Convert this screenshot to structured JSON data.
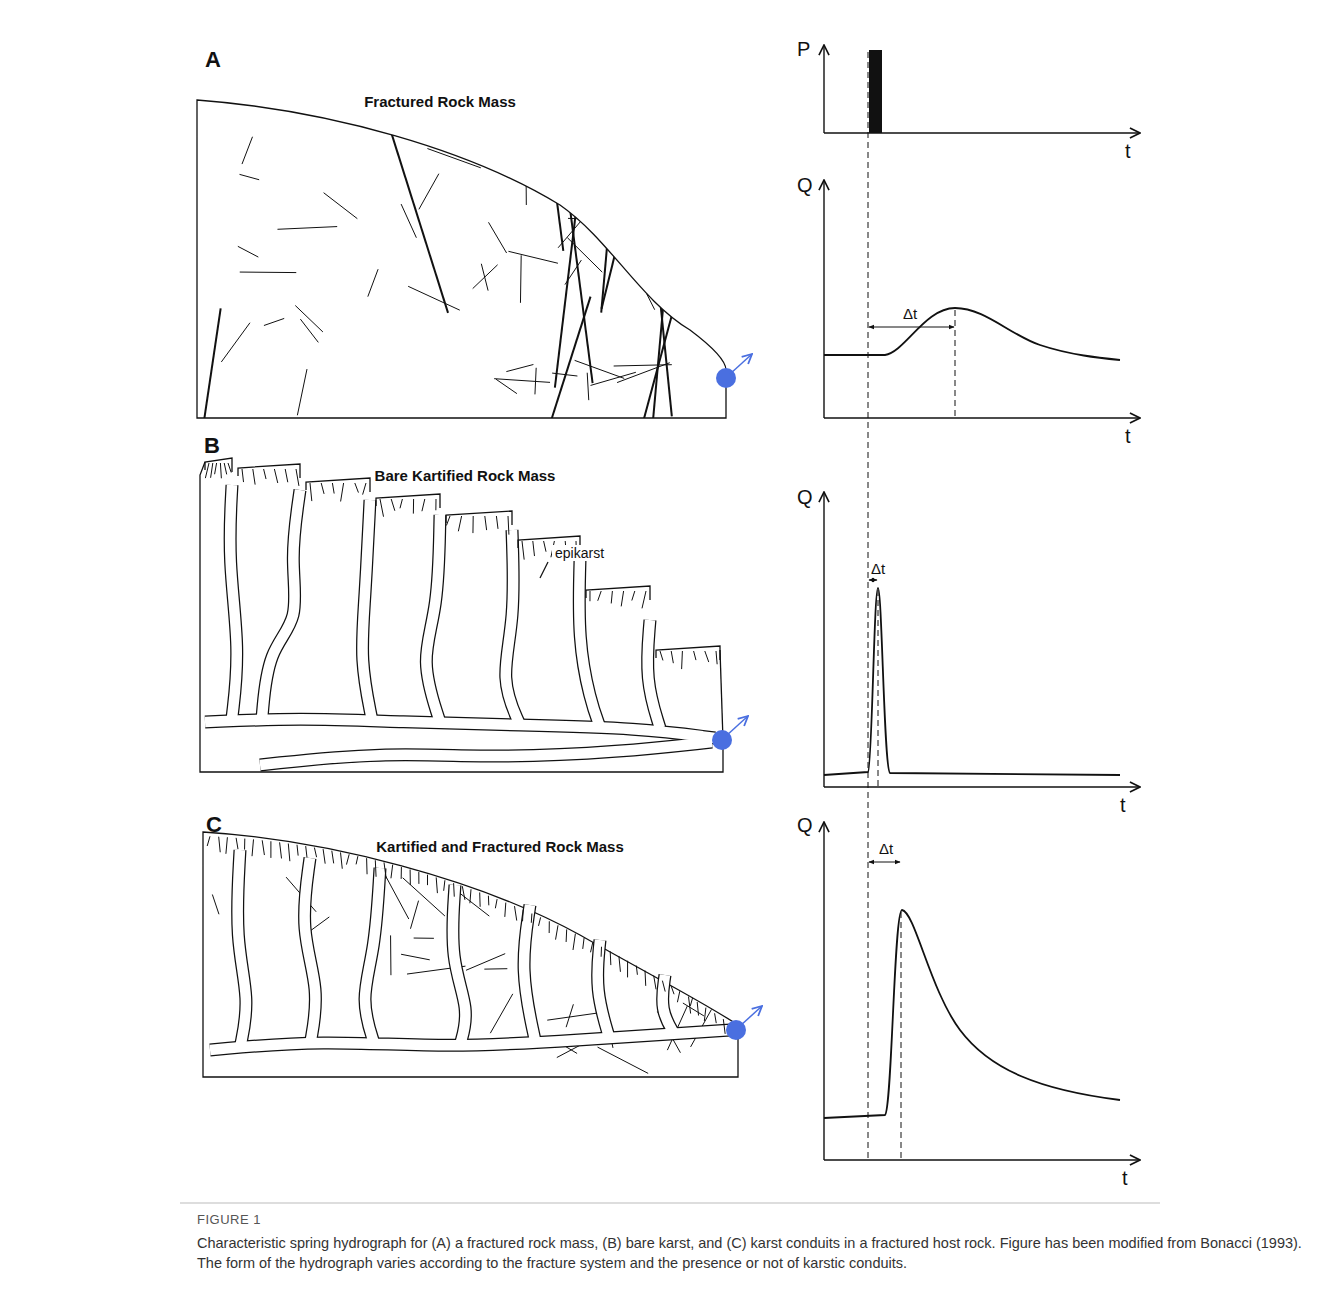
{
  "diagram": {
    "caption": "Characteristic spring hydrograph for (A) a fractured rock mass, (B) bare karst, and (C) karst conduits in a fractured host rock. Figure has been modified from Bonacci (1993). The form of the hydrograph varies according to the fracture system and the presence or not of karstic conduits.",
    "labels": [
      "A",
      "Fractured Rock Mass",
      "B",
      "Bare Kartified Rock Mass",
      "epikarst",
      "C",
      "Kartified and Fractured Rock Mass",
      "P",
      "t",
      "Q",
      "t",
      "Δt",
      "Q",
      "t",
      "Δt",
      "Q",
      "t",
      "Δt",
      "FIGURE 1"
    ]
  }
}
